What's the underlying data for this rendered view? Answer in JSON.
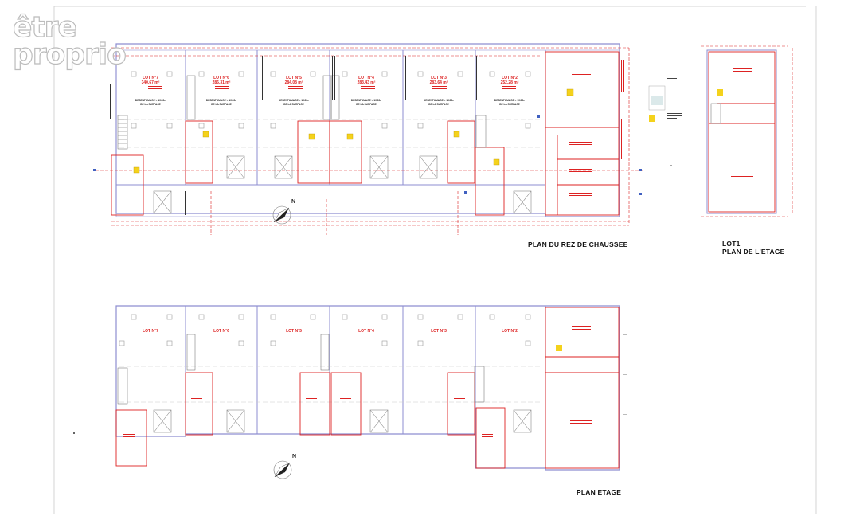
{
  "watermark": {
    "line1": "être",
    "line2": "proprio"
  },
  "titles": {
    "ground_floor": "PLAN DU REZ DE CHAUSSEE",
    "lot1_floor_line1": "LOT1",
    "lot1_floor_line2": "PLAN DE L'ETAGE",
    "upper_floor": "PLAN ETAGE"
  },
  "ground_lots": [
    {
      "label": "LOT N°7",
      "area": "340,67 m²",
      "note_1": "DESENFUMAGE > 1/100e",
      "note_2": "DE LA SURFACE"
    },
    {
      "label": "LOT N°6",
      "area": "286,31 m²",
      "note_1": "DESENFUMAGE > 1/100e",
      "note_2": "DE LA SURFACE"
    },
    {
      "label": "LOT N°5",
      "area": "284,08 m²",
      "note_1": "DESENFUMAGE > 1/100e",
      "note_2": "DE LA SURFACE"
    },
    {
      "label": "LOT N°4",
      "area": "283,43 m²",
      "note_1": "DESENFUMAGE > 1/100e",
      "note_2": "DE LA SURFACE"
    },
    {
      "label": "LOT N°3",
      "area": "283,64 m²",
      "note_1": "DESENFUMAGE > 1/100e",
      "note_2": "DE LA SURFACE"
    },
    {
      "label": "LOT N°2",
      "area": "252,28 m²",
      "note_1": "DESENFUMAGE > 1/100e",
      "note_2": "DE LA SURFACE"
    }
  ],
  "upper_lots": [
    "LOT N°7",
    "LOT N°6",
    "LOT N°5",
    "LOT N°4",
    "LOT N°3",
    "LOT N°2"
  ],
  "compass_label": "N",
  "colors": {
    "wall": "#8e8ed0",
    "red": "#dd2222",
    "yellow": "#f4d21c",
    "ink": "#111111"
  }
}
